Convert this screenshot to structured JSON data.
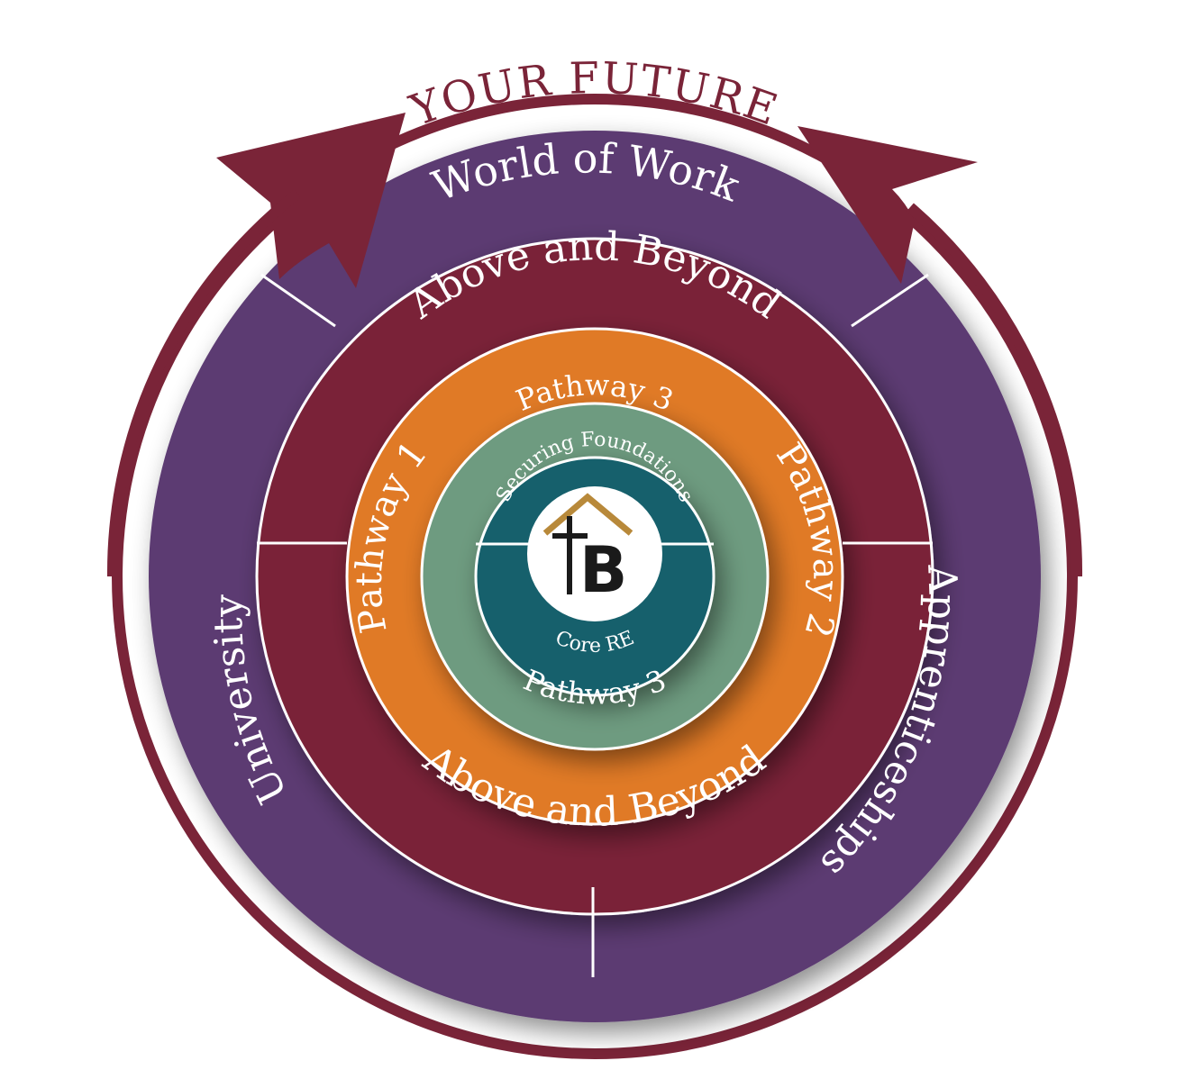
{
  "colors": {
    "maroon": "#7A2438",
    "purple": "#5C3B72",
    "orange": "#E07A26",
    "sage": "#6E9B80",
    "teal": "#13616C",
    "gold": "#B8893A",
    "white": "#FFFFFF",
    "ink": "#1A1A1A"
  },
  "title": "YOUR FUTURE",
  "outer_ring": {
    "top": "World of Work",
    "left": "University",
    "right": "Apprenticeships"
  },
  "ring2": {
    "top": "Above and Beyond",
    "bottom": "Above and Beyond"
  },
  "ring3": {
    "left": "Pathway 1",
    "right": "Pathway 2"
  },
  "ring4": {
    "top": "Pathway 3",
    "bottom": "Pathway 3"
  },
  "core": {
    "top": "Securing Foundations",
    "bottom": "Core RE"
  },
  "logo": {
    "letter": "B",
    "icons": [
      "house-roof-icon",
      "cross-icon"
    ]
  }
}
